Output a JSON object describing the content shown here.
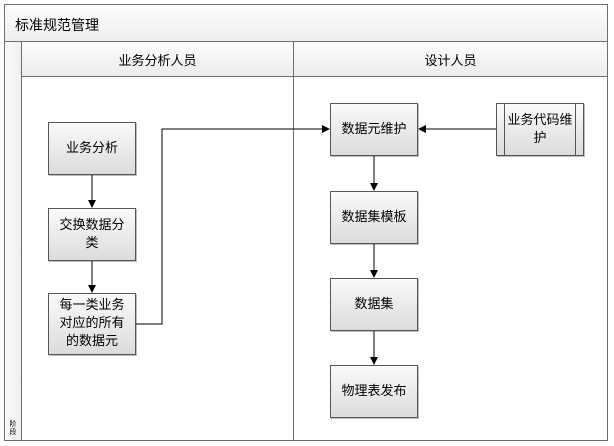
{
  "title": "标准规范管理",
  "stage_label": "阶段",
  "lanes": {
    "left": "业务分析人员",
    "right": "设计人员"
  },
  "boxes": {
    "business_analysis": "业务分析",
    "exchange_classify": "交换数据分类",
    "all_elements": "每一类业务对应的所有的数据元",
    "element_maintenance": "数据元维护",
    "code_maintenance": "业务代码维护",
    "dataset_template": "数据集模板",
    "dataset": "数据集",
    "publish_table": "物理表发布"
  }
}
